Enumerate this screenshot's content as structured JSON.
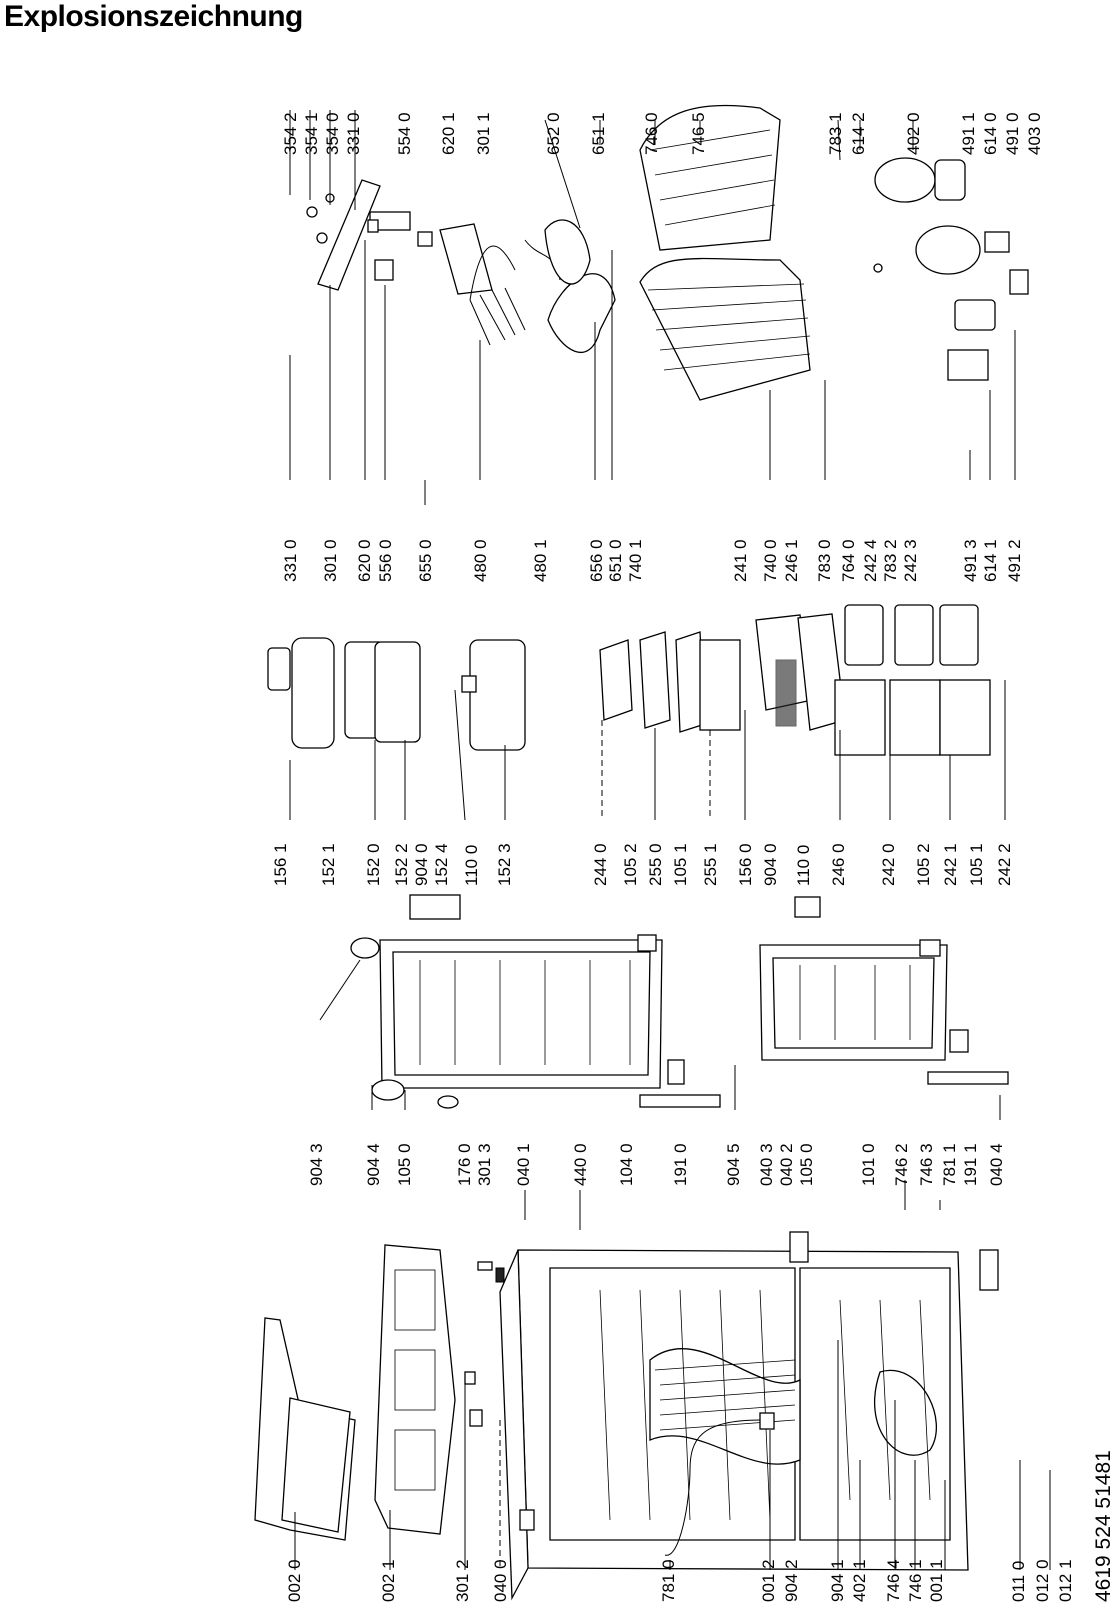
{
  "title": "Explosionszeichnung",
  "document_number": "4619 524 51481",
  "label_groups": {
    "top_left": [
      "002 0",
      "002 1",
      "301 2",
      "040 0"
    ],
    "bottom_left": [
      "781 0",
      "001 2",
      "904 2",
      "904 1",
      "402 1",
      "746 4",
      "746 1",
      "001 1"
    ],
    "bottom_far_left": [
      "011 0",
      "012 0",
      "012 1"
    ],
    "door_parts_a": [
      "904 3",
      "904 4",
      "105 0",
      "176 0",
      "301 3",
      "040 1",
      "440 0",
      "104 0",
      "191 0",
      "904 5"
    ],
    "door_parts_b": [
      "040 3",
      "040 2",
      "105 0",
      "101 0",
      "746 2",
      "746 3",
      "781 1",
      "191 1",
      "040 4"
    ],
    "shelves_upper": [
      "156 1",
      "152 1",
      "152 0",
      "152 2",
      "904 0",
      "152 4",
      "110 0",
      "152 3"
    ],
    "shelves_lower": [
      "244 0",
      "105 2",
      "255 0",
      "105 1",
      "255 1",
      "156 0",
      "904 0",
      "110 0",
      "246 0",
      "242 0",
      "105 2",
      "242 1",
      "105 1",
      "242 2"
    ],
    "mid_column": [
      "331 0",
      "301 0",
      "620 0",
      "556 0",
      "655 0",
      "480 0",
      "480 1",
      "656 0",
      "651 0",
      "740 1"
    ],
    "mid_column_b": [
      "241 0",
      "740 0",
      "246 1",
      "783 0",
      "764 0",
      "242 4",
      "783 2",
      "242 3",
      "491 3",
      "614 1",
      "491 2"
    ],
    "top_row": [
      "354 2",
      "354 1",
      "354 0",
      "331 0",
      "554 0",
      "620 1",
      "301 1",
      "652 0",
      "651 1",
      "746 0",
      "746 5",
      "783 1",
      "614 2",
      "402 0",
      "491 1",
      "614 0",
      "491 0",
      "403 0"
    ]
  }
}
